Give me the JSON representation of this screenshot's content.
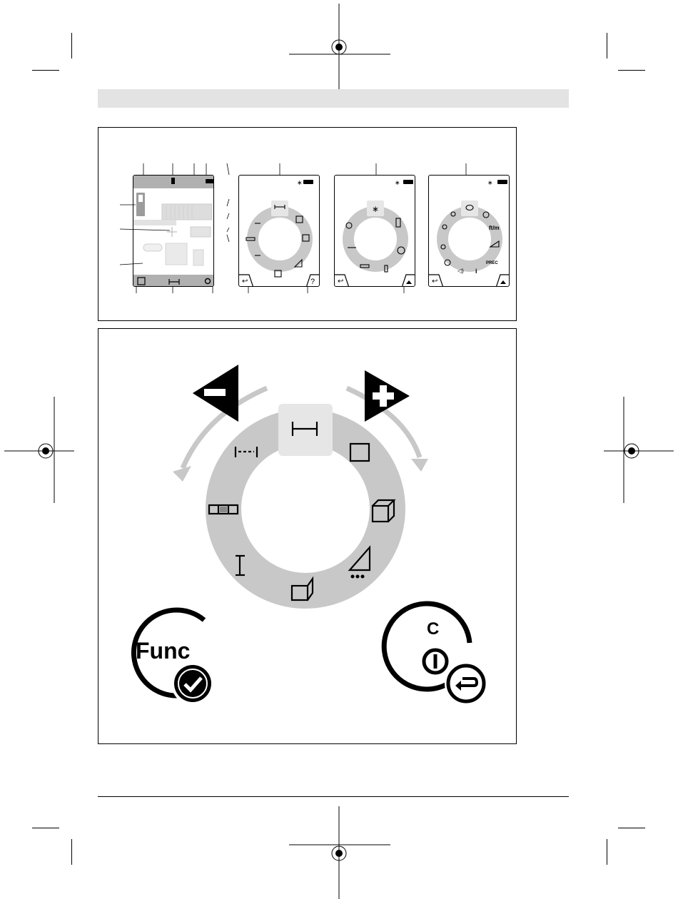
{
  "figure_top": {
    "screen_main": {
      "bluetooth_icon": "bluetooth-icon",
      "battery_icon": "battery-icon",
      "save_icon": "save-icon",
      "settings_icon": "gear-icon",
      "length_icon": "length-measure-icon"
    },
    "screen_functions": {
      "help_label": "?",
      "back_icon": "back-arrow-icon"
    },
    "screen_settings": {
      "home_icon": "home-icon"
    },
    "screen_tools": {
      "unit_label": "ft/m",
      "info_label": "i",
      "prec_label": "PREC"
    }
  },
  "figure_bottom": {
    "minus_label": "−",
    "plus_label": "+",
    "func_button": {
      "label": "Func"
    },
    "power_button": {
      "label": "C"
    }
  },
  "colors": {
    "ring": "#c8c8c8",
    "highlight": "#e6e6e6",
    "header": "#e3e3e3",
    "screen_dark": "#b0b0b0"
  }
}
